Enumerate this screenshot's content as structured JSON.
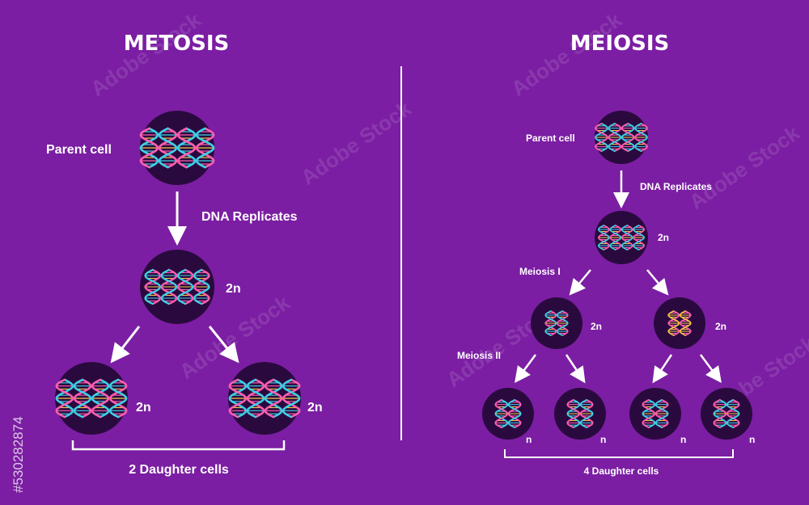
{
  "mitosis": {
    "title": "METOSIS",
    "parent_label": "Parent cell",
    "replicate_label": "DNA Replicates",
    "ploidy_2n": "2n",
    "daughters_label": "2 Daughter cells"
  },
  "meiosis": {
    "title": "MEIOSIS",
    "parent_label": "Parent cell",
    "replicate_label": "DNA Replicates",
    "ploidy_2n": "2n",
    "ploidy_n": "n",
    "stage1_label": "Meiosis I",
    "stage2_label": "Meiosis II",
    "daughters_label": "4 Daughter cells"
  },
  "watermark": {
    "stock_id": "#530282874",
    "brand": "Adobe Stock"
  },
  "colors": {
    "background": "#7b1ea3",
    "cell": "#2a0a3e",
    "dna_pink": "#ff5fb0",
    "dna_cyan": "#3fd0e6",
    "dna_yellow": "#f6c945",
    "text": "#ffffff"
  }
}
